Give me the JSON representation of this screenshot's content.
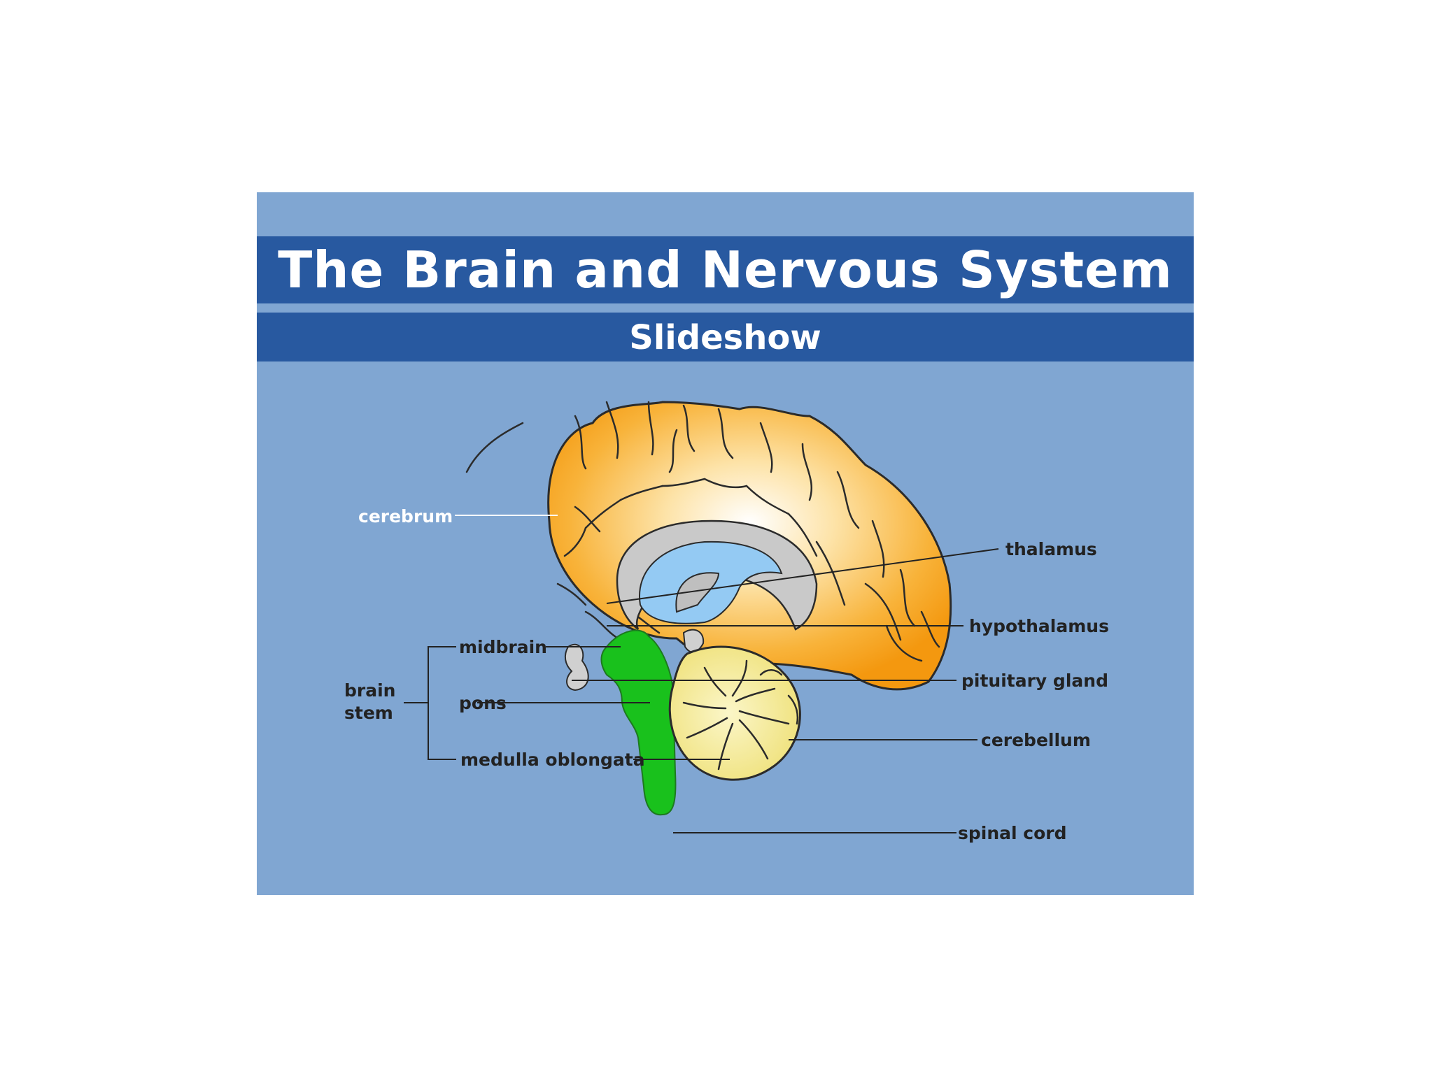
{
  "slide": {
    "title": "The Brain and Nervous System",
    "subtitle": "Slideshow"
  },
  "labels": {
    "cerebrum": "cerebrum",
    "thalamus": "thalamus",
    "hypothalamus": "hypothalamus",
    "midbrain": "midbrain",
    "brain_stem_line1": "brain",
    "brain_stem_line2": "stem",
    "pons": "pons",
    "medulla": "medulla oblongata",
    "pituitary": "pituitary gland",
    "cerebellum": "cerebellum",
    "spinal_cord": "spinal cord"
  },
  "colors": {
    "background": "#80a6d2",
    "band": "#2859a0",
    "cerebrum": "#f5a31f",
    "brainstem": "#19c11c",
    "cerebellum": "#f6ee9e",
    "ventricle": "#94caf3",
    "corpus_callosum": "#c8c8c8"
  }
}
